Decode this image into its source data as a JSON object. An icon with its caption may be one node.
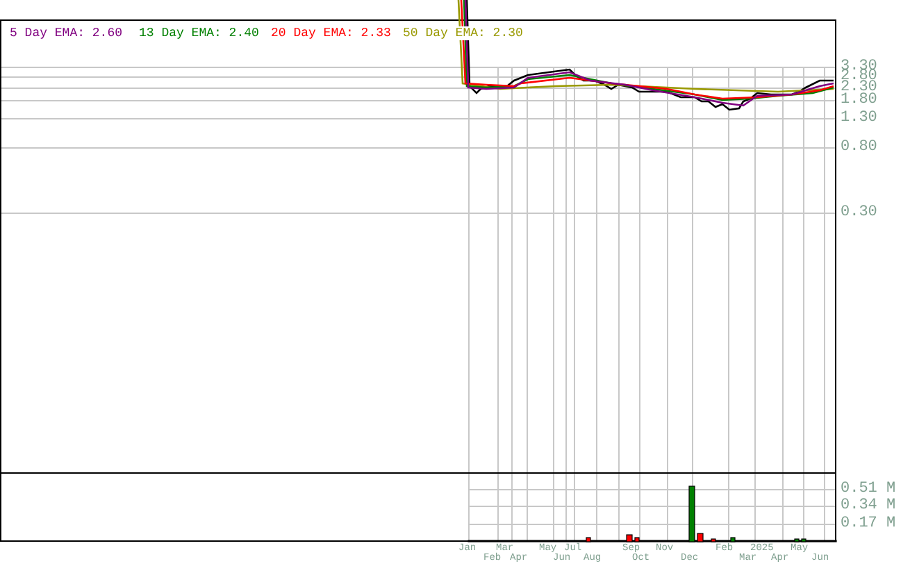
{
  "diagram": {
    "labels": [
      "5 Day EMA: 2.60",
      "13 Day EMA: 2.40",
      "20 Day EMA: 2.33",
      "50 Day EMA: 2.30",
      "3.30",
      "2.80",
      "2.30",
      "1.80",
      "1.30",
      "0.80",
      "0.30",
      "0.51 M",
      "0.34 M",
      "0.17 M",
      "Jan",
      "Feb",
      "Mar",
      "Apr",
      "May",
      "Jun",
      "Jul",
      "Aug",
      "Sep",
      "Oct",
      "Nov",
      "Dec",
      "Feb",
      "Mar",
      "2025",
      "Apr",
      "May",
      "Jun"
    ]
  }
}
